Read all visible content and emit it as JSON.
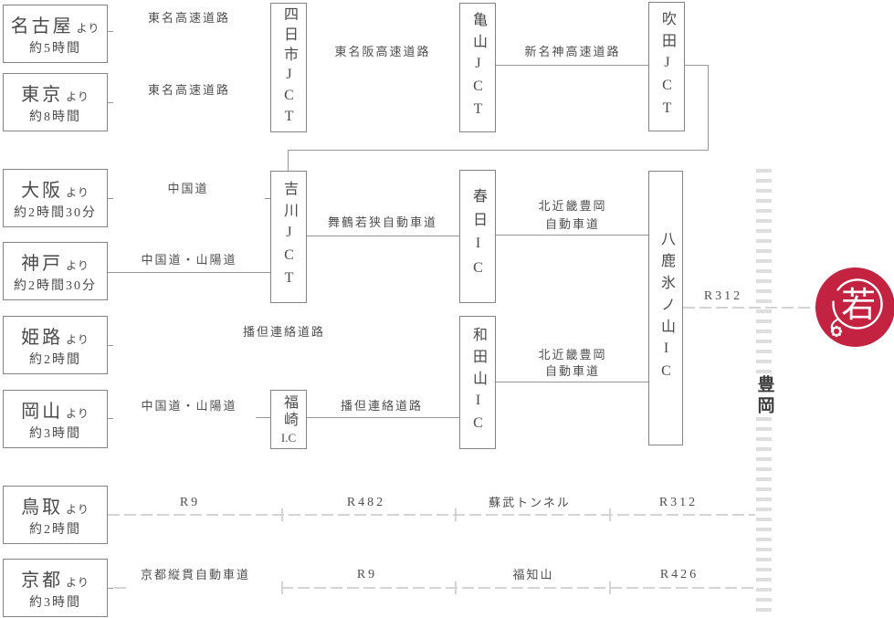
{
  "origins": [
    {
      "city": "名古屋",
      "suffix": "より",
      "time": "約5時間"
    },
    {
      "city": "東京",
      "suffix": "より",
      "time": "約8時間"
    },
    {
      "city": "大阪",
      "suffix": "より",
      "time": "約2時間30分"
    },
    {
      "city": "神戸",
      "suffix": "より",
      "time": "約2時間30分"
    },
    {
      "city": "姫路",
      "suffix": "より",
      "time": "約2時間"
    },
    {
      "city": "岡山",
      "suffix": "より",
      "time": "約3時間"
    },
    {
      "city": "鳥取",
      "suffix": "より",
      "time": "約2時間"
    },
    {
      "city": "京都",
      "suffix": "より",
      "time": "約3時間"
    }
  ],
  "junctions": {
    "yokkaichi": "四日市JCT",
    "kameyama": "亀山JCT",
    "suita": "吹田JCT",
    "yoshikawa": "吉川JCT",
    "kasuga": "春日IC",
    "wadayama": "和田山IC",
    "fukusaki_name": "福崎",
    "fukusaki_type": "I.C",
    "yoka": "八鹿氷ノ山IC"
  },
  "roads": {
    "tomei_nagoya": "東名高速道路",
    "tomei_tokyo": "東名高速道路",
    "higashi_meihan": "東名阪高速道路",
    "shin_meishin": "新名神高速道路",
    "chugoku": "中国道",
    "chugoku_sanyo_kobe": "中国道・山陽道",
    "maizuru_wakasa": "舞鶴若狭自動車道",
    "kitakinki_upper_1": "北近畿豊岡",
    "kitakinki_upper_2": "自動車道",
    "bantan_himeji": "播但連絡道路",
    "chugoku_sanyo_okayama": "中国道・山陽道",
    "bantan_fukusaki": "播但連絡道路",
    "kitakinki_lower_1": "北近畿豊岡",
    "kitakinki_lower_2": "自動車道",
    "r312_yoka": "R312",
    "tottori_r9": "R9",
    "tottori_r482": "R482",
    "tottori_sobu_tunnel": "蘇武トンネル",
    "tottori_r312": "R312",
    "kyoto_jukan": "京都縦貫自動車道",
    "kyoto_r9": "R9",
    "kyoto_fukuchiyama": "福知山",
    "kyoto_r426": "R426"
  },
  "destination": {
    "name": "豊岡",
    "logo_char": "若"
  },
  "colors": {
    "logo_red": "#c32240",
    "line_gray": "#979797",
    "dash_gray": "#d4d4d4",
    "text_gray": "#4a4a4a"
  }
}
